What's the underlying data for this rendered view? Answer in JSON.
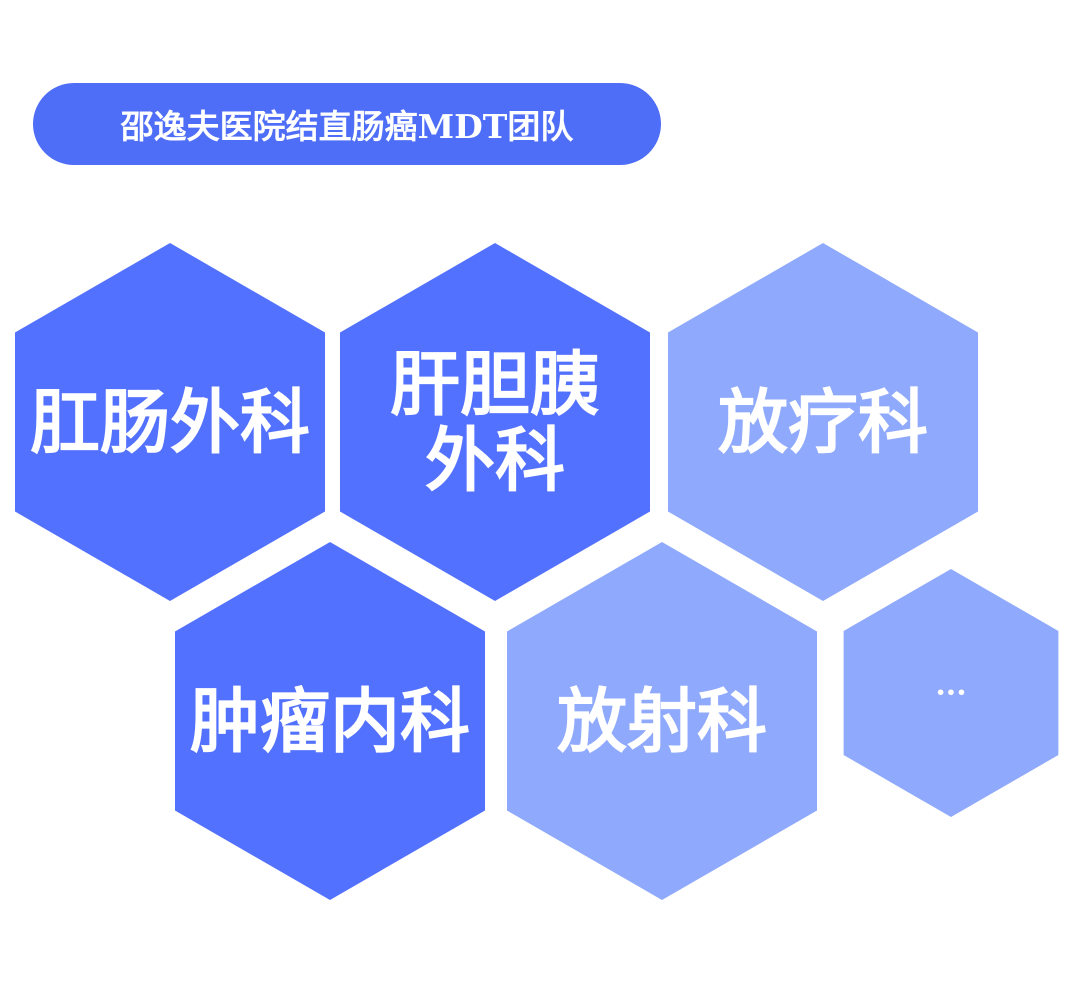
{
  "title": {
    "text": "邵逸夫医院结直肠癌MDT团队",
    "color": "#4f6ef7"
  },
  "colors": {
    "dark_blue": "#5371ff",
    "light_blue": "#8fa9fc",
    "label": "#ffffff",
    "background": "#ffffff"
  },
  "departments": [
    {
      "lines": [
        "肛肠外科"
      ],
      "tone": "dark_blue"
    },
    {
      "lines": [
        "肝胆胰",
        "外科"
      ],
      "tone": "dark_blue"
    },
    {
      "lines": [
        "放疗科"
      ],
      "tone": "light_blue"
    },
    {
      "lines": [
        "肿瘤内科"
      ],
      "tone": "dark_blue"
    },
    {
      "lines": [
        "放射科"
      ],
      "tone": "light_blue"
    },
    {
      "lines": [
        "···"
      ],
      "tone": "light_blue"
    }
  ]
}
